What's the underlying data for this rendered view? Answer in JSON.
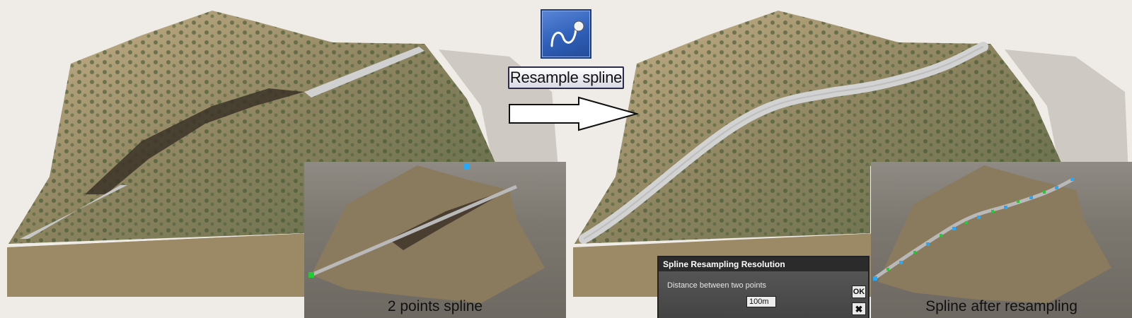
{
  "tool": {
    "icon": "spline-tool-icon",
    "label": "Resample spline"
  },
  "insets": {
    "before_caption": "2 points spline",
    "after_caption": "Spline after resampling"
  },
  "dialog": {
    "title": "Spline Resampling Resolution",
    "field_label": "Distance between two points",
    "value": "100m",
    "ok_label": "OK",
    "close_icon": "close-icon"
  },
  "colors": {
    "tool_blue": "#2f5fb9",
    "spline_point_blue": "#22aaff",
    "spline_point_green": "#22cc33",
    "dialog_title_bg": "#2b2b2b"
  }
}
